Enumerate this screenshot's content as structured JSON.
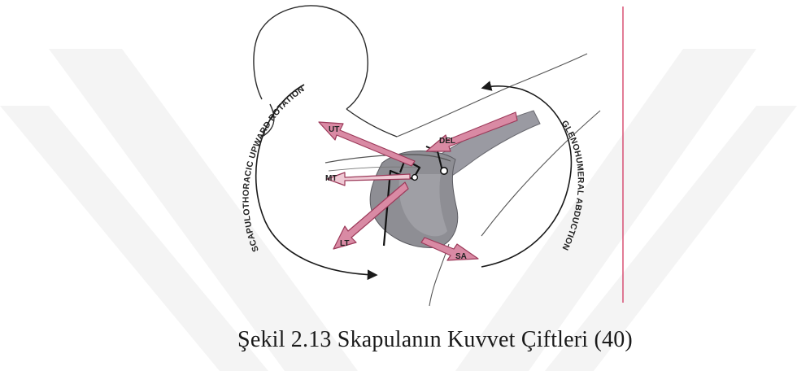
{
  "figure": {
    "muscles": {
      "ut": "UT",
      "del": "DEL",
      "mt": "MT",
      "lt": "LT",
      "sa": "SA"
    },
    "arc_left": "SCAPULOTHORACIC UPWARD ROTATION",
    "arc_right": "GLENOHUMERAL ABDUCTION"
  },
  "caption": "Şekil 2.13 Skapulanın Kuvvet Çiftleri (40)",
  "colors": {
    "arrow_fill": "#d98aa4",
    "arrow_stroke": "#9c3a5a",
    "scapula": "#8e8e94",
    "watermark": "#f3f3f3",
    "page_rule": "#d6446a"
  }
}
